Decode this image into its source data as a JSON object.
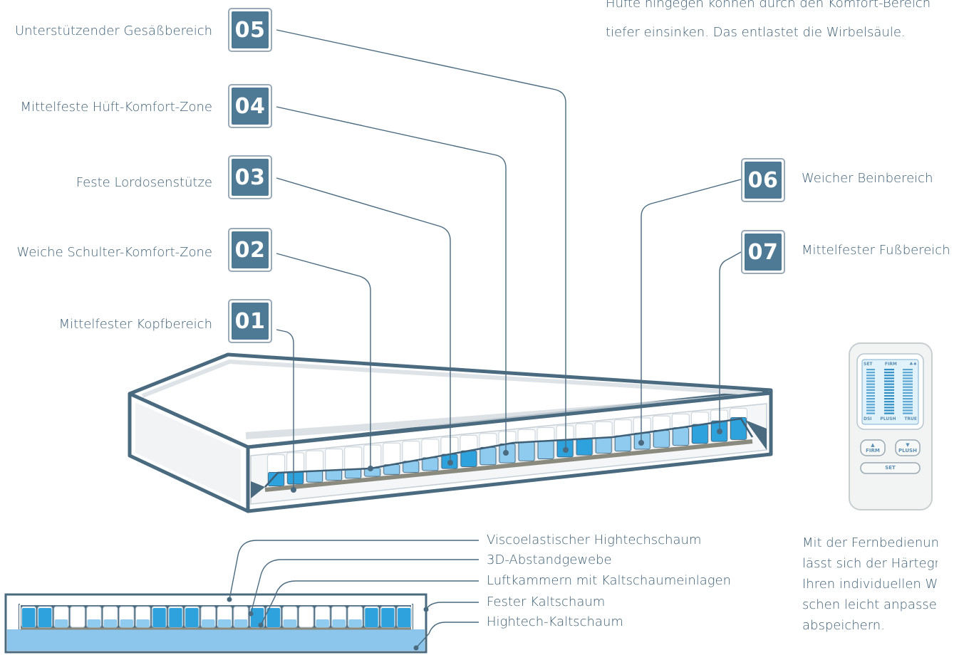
{
  "intro": {
    "line1": "Hüfte hingegen können durch den Komfort-Bereich",
    "line2": "tiefer einsinken. Das entlastet die Wirbelsäule."
  },
  "zones": [
    {
      "number": "01",
      "label": "Mittelfester Kopfbereich"
    },
    {
      "number": "02",
      "label": "Weiche Schulter-Komfort-Zone"
    },
    {
      "number": "03",
      "label": "Feste Lordosenstütze"
    },
    {
      "number": "04",
      "label": "Mittelfeste Hüft-Komfort-Zone"
    },
    {
      "number": "05",
      "label": "Unterstützender Gesäßbereich"
    },
    {
      "number": "06",
      "label": "Weicher Beinbereich"
    },
    {
      "number": "07",
      "label": "Mittelfester Fußbereich"
    }
  ],
  "layers": [
    "Viscoelastischer Hightechschaum",
    "3D-Abstandgewebe",
    "Luftkammern mit Kaltschaumeinlagen",
    "Fester Kaltschaum",
    "Hightech-Kaltschaum"
  ],
  "remote": {
    "screen_header": [
      "SET",
      "FIRM",
      "♣♠"
    ],
    "screen_footer": [
      "DSI",
      "PLUSH",
      "TRUE"
    ],
    "firm_button": "FIRM",
    "plush_button": "PLUSH",
    "set_button": "SET",
    "caption": [
      "Mit der Fernbedienung",
      "lässt sich der Härtegrad",
      "Ihren individuellen Wün",
      "schen leicht anpassen u",
      "abspeichern."
    ]
  },
  "colors": {
    "frame": "#4a6a7f",
    "line": "#3e5f75",
    "badge": "#4e7a96",
    "chamber_blue": "#2ea2dc",
    "chamber_light": "#8fcaef",
    "chamber_empty": "#ffffff",
    "base_blue": "#8cc6ec",
    "felt": "#8b8a7e"
  }
}
